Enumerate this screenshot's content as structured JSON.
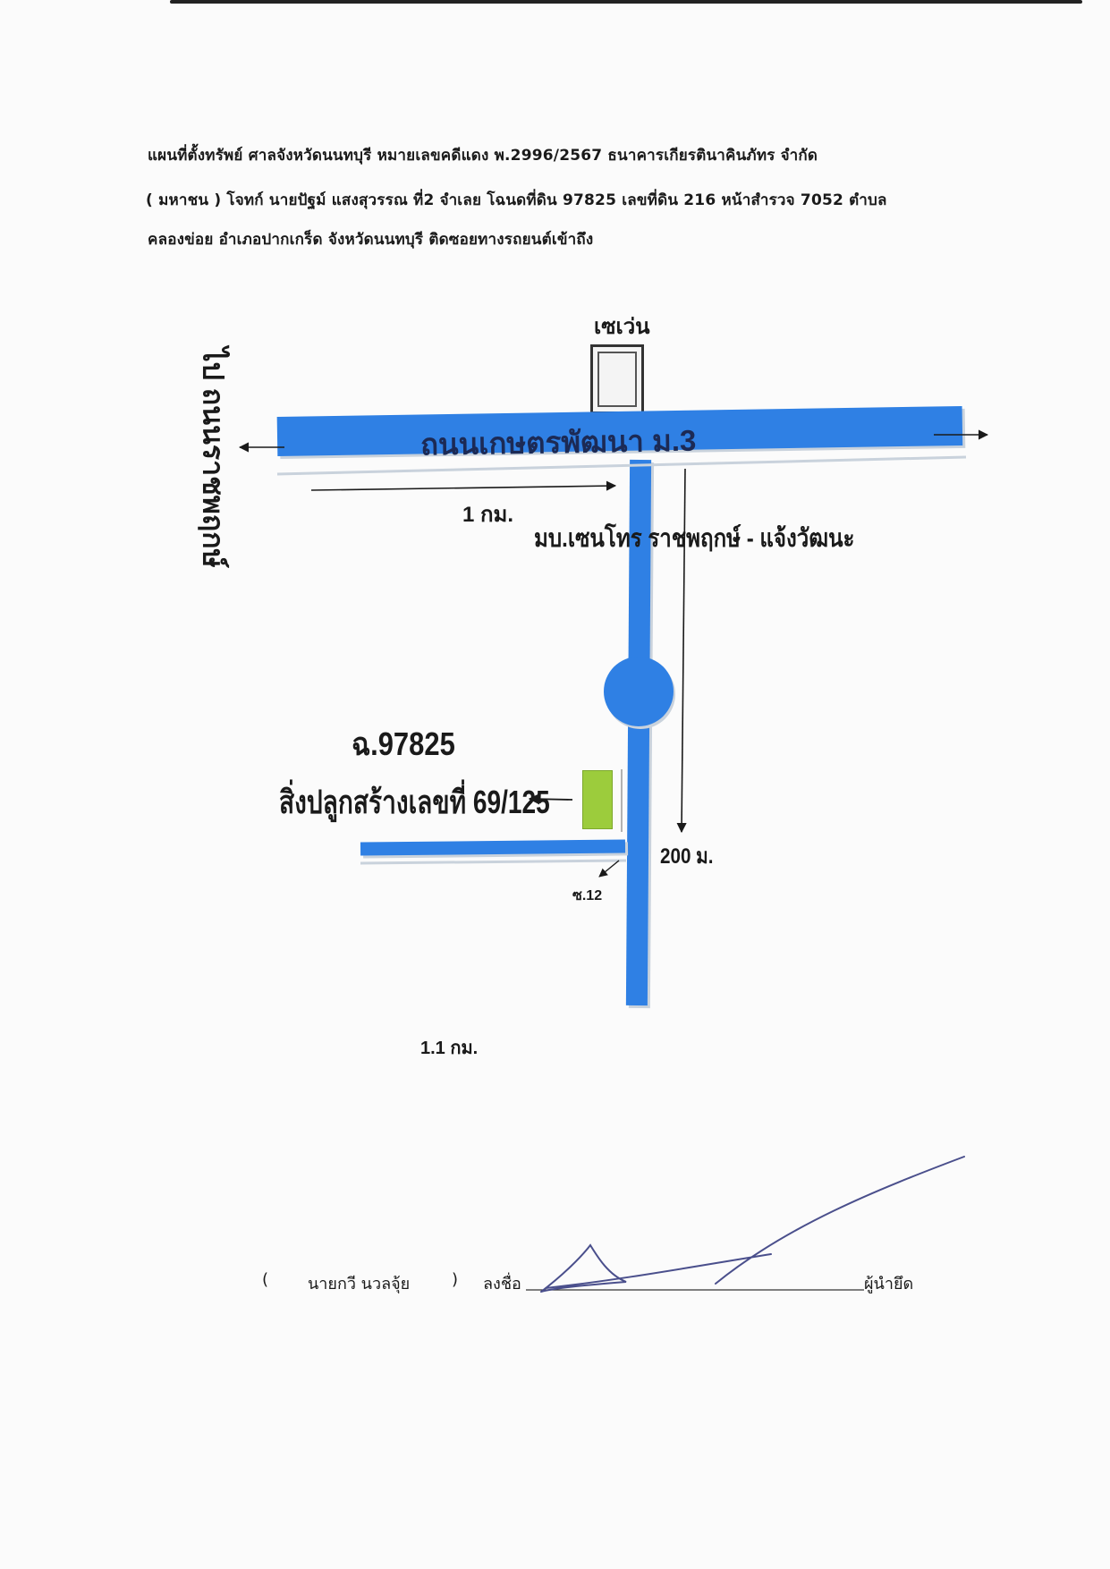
{
  "header": {
    "line1": "แผนที่ตั้งทรัพย์  ศาลจังหวัดนนทบุรี  หมายเลขคดีแดง พ.2996/2567  ธนาคารเกียรตินาคินภัทร จำกัด",
    "line2": "( มหาชน )  โจทก์   นายปัฐม์  แสงสุวรรณ ที่2 จำเลย   โฉนดที่ดิน 97825 เลขที่ดิน 216  หน้าสำรวจ 7052 ตำบล",
    "line3": "คลองข่อย  อำเภอปากเกร็ด  จังหวัดนนทบุรี  ติดซอยทางรถยนต์เข้าถึง"
  },
  "map": {
    "landmark_label": "เซเว่น",
    "main_road_label": "ถนนเกษตรพัฒนา ม.3",
    "left_road_label": "ไป ถนนราชพฤกษ์",
    "distance_1km": "1 กม.",
    "village_label": "มบ.เซนโทร ราชพฤกษ์ - แจ้งวัฒนะ",
    "plot_number": "ฉ.97825",
    "building_label": "สิ่งปลูกสร้างเลขที่ 69/125",
    "distance_200m": "200 ม.",
    "soi_label": "ซ.12",
    "distance_total": "1.1 กม."
  },
  "signature": {
    "open_paren": "(",
    "name": "นายกวี นวลจุ้ย",
    "close_paren": ")",
    "sign_label": "ลงชื่อ",
    "role": "ผู้นำยึด"
  },
  "colors": {
    "road": "#2f80e4",
    "plot": "#9ccc3c",
    "ink": "#1a1a1a",
    "signature_ink": "#4a4f8c"
  }
}
